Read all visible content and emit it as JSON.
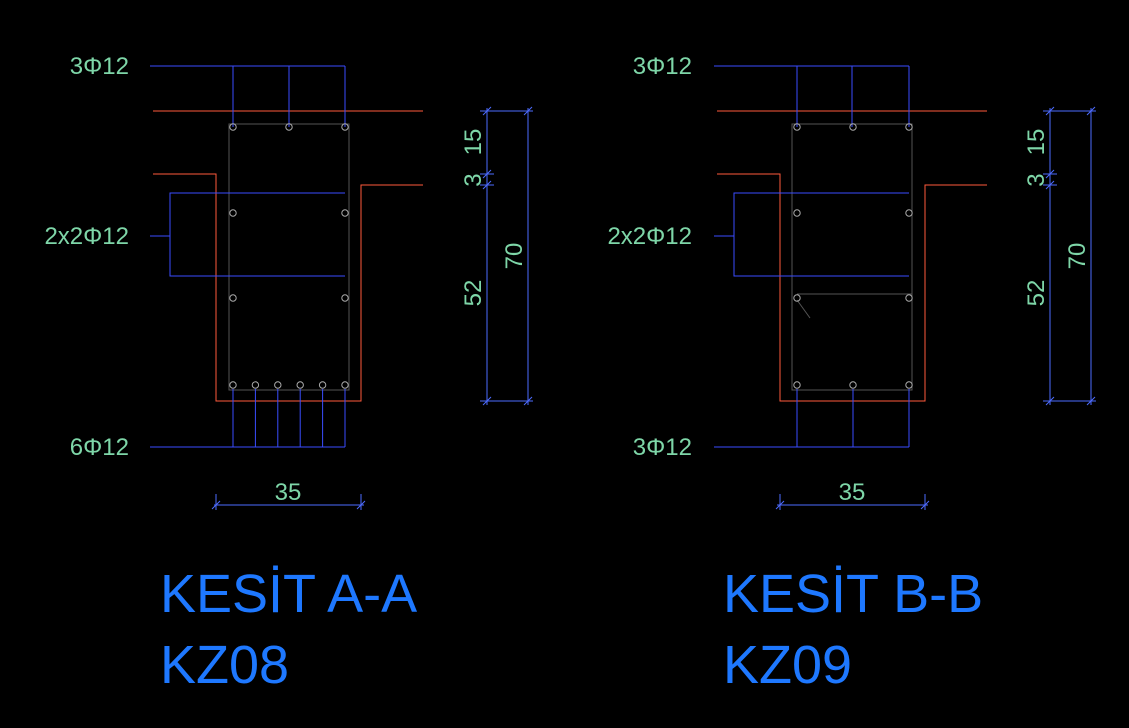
{
  "colors": {
    "background": "#000000",
    "section_outline": "#555555",
    "callout_line": "#3a4dff",
    "slab_line": "#ff5a3c",
    "dimension": "#4d6bff",
    "label_text": "#7ed6a8",
    "title_text": "#1e78ff"
  },
  "sections": [
    {
      "id": "a",
      "top_label": "3Φ12",
      "middle_label": "2x2Φ12",
      "bottom_label": "6Φ12",
      "width_dim": "35",
      "height_dim": "70",
      "dim_top": "15",
      "dim_mid": "3",
      "dim_bottom": "52",
      "title": "KESİT A-A",
      "code": "KZ08",
      "bottom_bar_count": 6
    },
    {
      "id": "b",
      "top_label": "3Φ12",
      "middle_label": "2x2Φ12",
      "bottom_label": "3Φ12",
      "width_dim": "35",
      "height_dim": "70",
      "dim_top": "15",
      "dim_mid": "3",
      "dim_bottom": "52",
      "title": "KESİT B-B",
      "code": "KZ09",
      "bottom_bar_count": 3
    }
  ]
}
